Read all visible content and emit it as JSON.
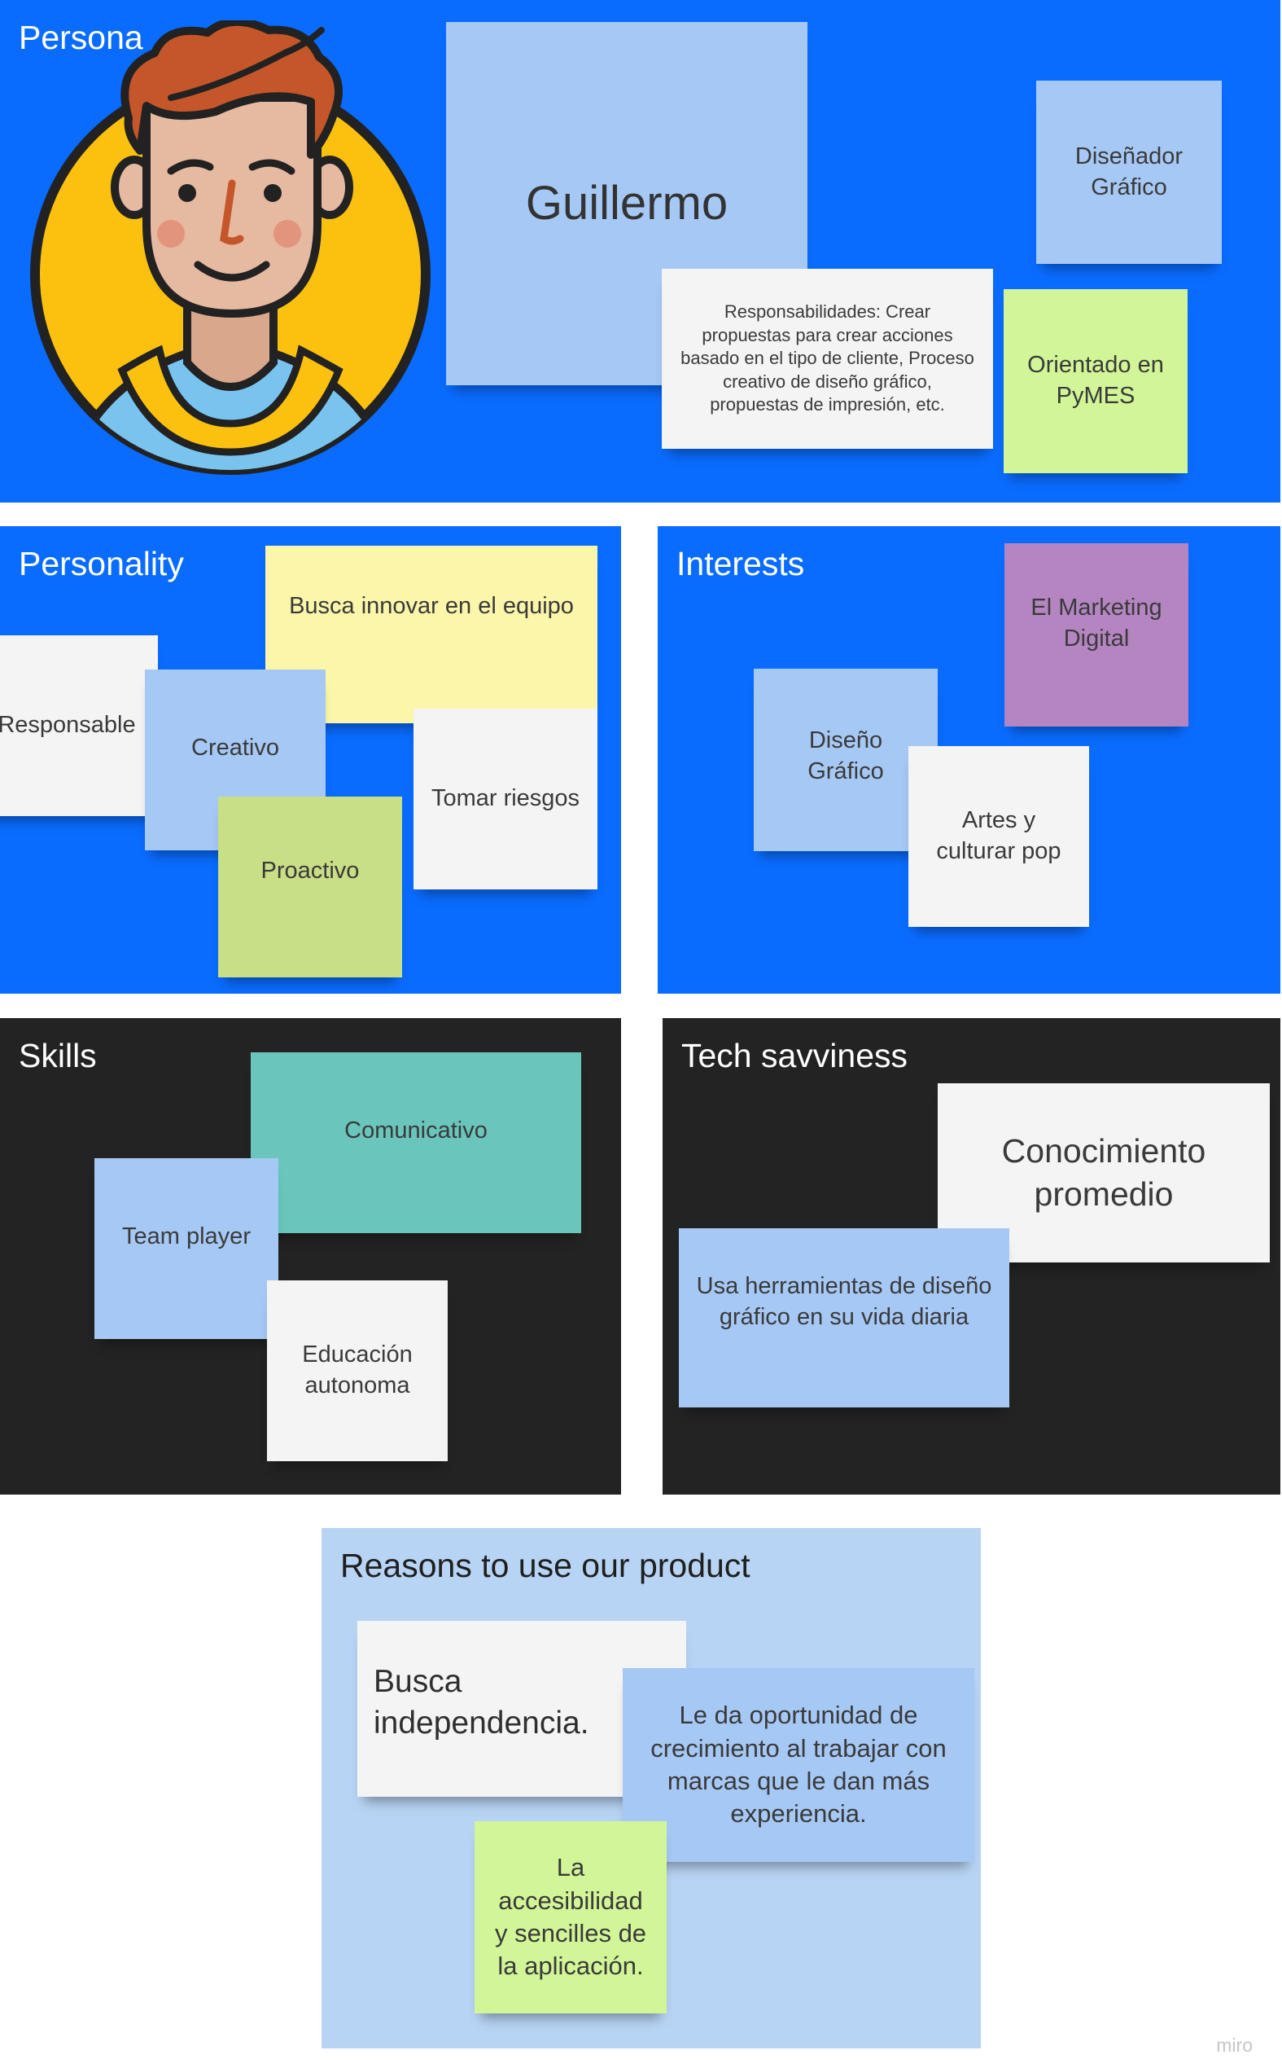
{
  "persona": {
    "title": "Persona",
    "name": "Guillermo",
    "role": "Diseñador Gráfico",
    "responsibilities": "Responsabilidades: Crear propuestas para crear acciones basado en el tipo de cliente, Proceso creativo de diseño gráfico, propuestas de impresión, etc.",
    "focus": "Orientado en PyMES"
  },
  "personality": {
    "title": "Personality",
    "notes": [
      "Busca innovar en el equipo",
      "Responsable",
      "Creativo",
      "Tomar riesgos",
      "Proactivo"
    ]
  },
  "interests": {
    "title": "Interests",
    "notes": [
      "El Marketing Digital",
      "Diseño Gráfico",
      "Artes y culturar pop"
    ]
  },
  "skills": {
    "title": "Skills",
    "notes": [
      "Comunicativo",
      "Team player",
      "Educación autonoma"
    ]
  },
  "tech": {
    "title": "Tech savviness",
    "notes": [
      "Conocimiento promedio",
      "Usa herramientas de diseño gráfico en su vida diaria"
    ]
  },
  "reasons": {
    "title": "Reasons to use our product",
    "notes": [
      "Busca independencia.",
      "Le da oportunidad de crecimiento al trabajar con marcas que le dan más experiencia.",
      "La accesibilidad y sencilles de la aplicación."
    ]
  },
  "branding": {
    "watermark": "miro"
  },
  "colors": {
    "frame_blue": "#0a6cff",
    "frame_dark": "#232323",
    "frame_light": "#b8d4f4",
    "sticky_blue": "#a6c8f4",
    "sticky_white": "#f4f4f4",
    "sticky_yellow": "#fbf6a9",
    "sticky_green": "#d2f597",
    "sticky_purple": "#b585c2",
    "sticky_teal": "#6ac6bc"
  },
  "icons": {
    "avatar": "persona-avatar-illustration"
  }
}
